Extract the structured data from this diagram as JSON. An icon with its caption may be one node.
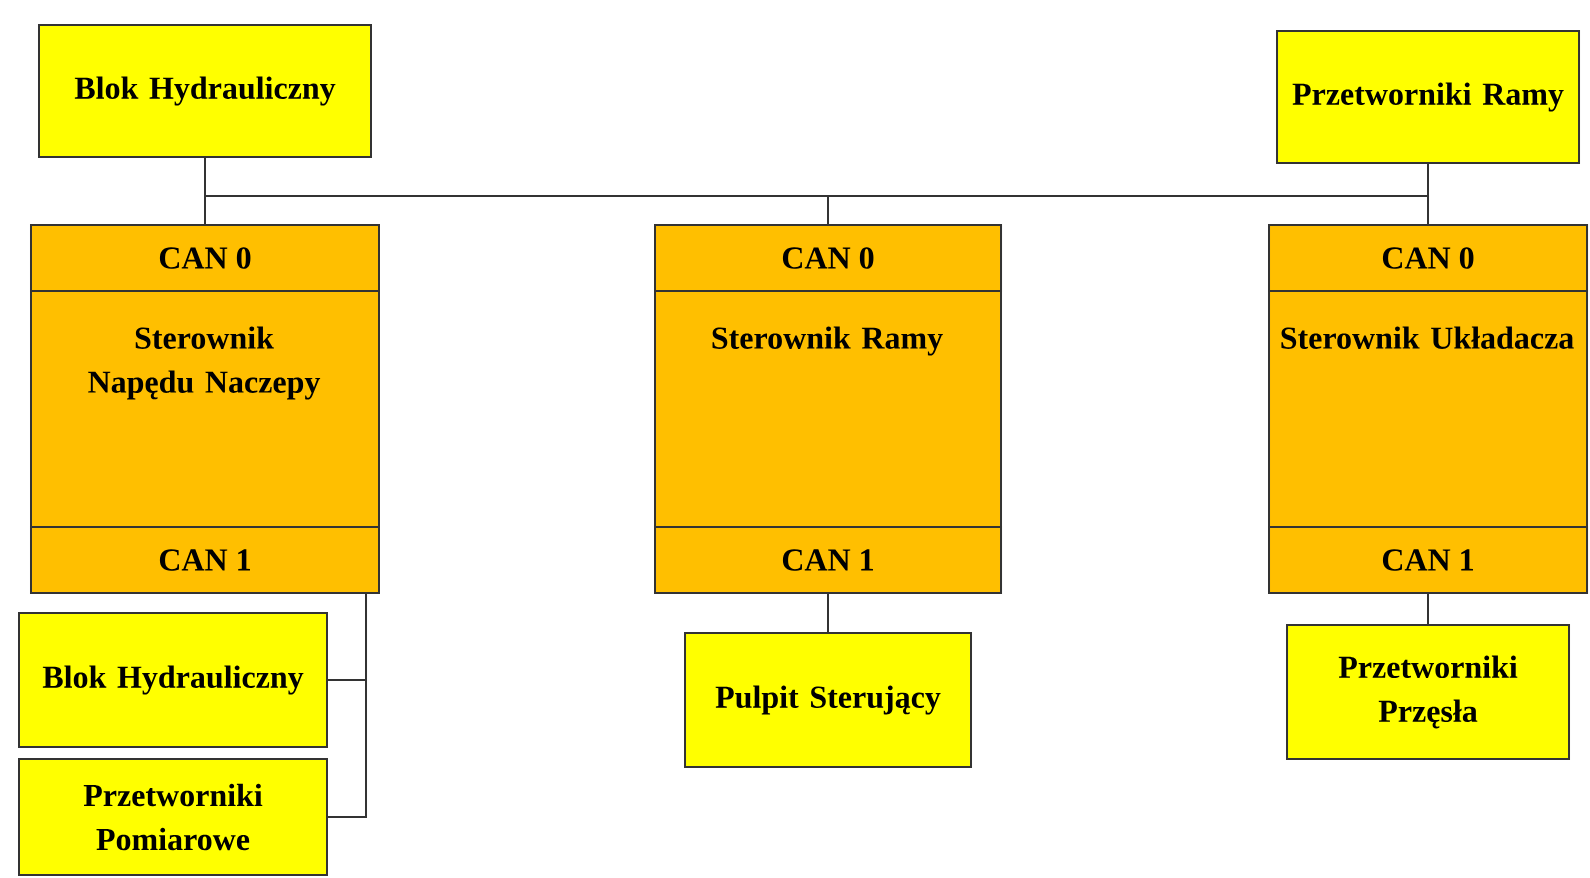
{
  "diagram": {
    "nodes": [
      {
        "text": [
          "Blok Hydrauliczny"
        ]
      },
      {
        "text": [
          "Przetworniki Ramy"
        ]
      },
      {
        "text": [
          "Sterownik Napędu Naczepy"
        ]
      },
      {
        "text": [
          "CAN 0"
        ],
        "in": 2
      },
      {
        "text": [
          "CAN 1"
        ],
        "in": 2
      },
      {
        "text": [
          "Sterownik Ramy"
        ]
      },
      {
        "text": [
          "CAN 0"
        ],
        "in": 5
      },
      {
        "text": [
          "CAN 1"
        ],
        "in": 5
      },
      {
        "text": [
          "Sterownik Układacza"
        ]
      },
      {
        "text": [
          "CAN 0"
        ],
        "in": 8
      },
      {
        "text": [
          "CAN 1"
        ],
        "in": 8
      },
      {
        "text": [
          "Blok Hydrauliczny"
        ]
      },
      {
        "text": [
          "Przetworniki Pomiarowe"
        ]
      },
      {
        "text": [
          "Pulpit Sterujący"
        ]
      },
      {
        "text": [
          "Przetworniki Przęsła"
        ]
      }
    ],
    "edges": [
      {
        "from": 0,
        "to": 3,
        "arrow": "none"
      },
      {
        "from": 3,
        "to": 6,
        "arrow": "none"
      },
      {
        "from": 6,
        "to": 9,
        "arrow": "none"
      },
      {
        "from": 1,
        "to": 9,
        "arrow": "none"
      },
      {
        "from": 4,
        "to": 11,
        "arrow": "none"
      },
      {
        "from": 4,
        "to": 12,
        "arrow": "none"
      },
      {
        "from": 7,
        "to": 13,
        "arrow": "none"
      },
      {
        "from": 10,
        "to": 14,
        "arrow": "none"
      }
    ]
  }
}
